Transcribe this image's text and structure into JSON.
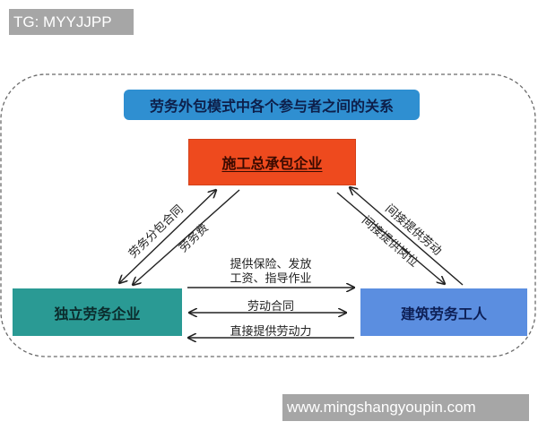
{
  "watermarks": {
    "top_left": "TG: MYYJJPP",
    "bottom_right": "www.mingshangyoupin.com"
  },
  "diagram": {
    "title": "劳务外包模式中各个参与者之间的关系",
    "nodes": {
      "contractor": {
        "label": "施工总承包企业",
        "color": "#ee4a1e"
      },
      "labor_company": {
        "label": "独立劳务企业",
        "color": "#2a9a94"
      },
      "workers": {
        "label": "建筑劳务工人",
        "color": "#5b8ee0"
      }
    },
    "edges": {
      "labor_subcontract": {
        "label": "劳务分包合同",
        "from": "labor_company",
        "to": "contractor",
        "direction": "both"
      },
      "labor_fee": {
        "label": "劳务费",
        "from": "contractor",
        "to": "labor_company",
        "direction": "forward"
      },
      "indirect_labor": {
        "label": "间接提供劳动",
        "from": "workers",
        "to": "contractor",
        "direction": "forward"
      },
      "indirect_position": {
        "label": "间接提供岗位",
        "from": "contractor",
        "to": "workers",
        "direction": "forward"
      },
      "insurance_wages": {
        "label_line1": "提供保险、发放",
        "label_line2": "工资、指导作业",
        "from": "labor_company",
        "to": "workers",
        "direction": "forward"
      },
      "labor_contract": {
        "label": "劳动合同",
        "from": "labor_company",
        "to": "workers",
        "direction": "both"
      },
      "direct_labor": {
        "label": "直接提供劳动力",
        "from": "workers",
        "to": "labor_company",
        "direction": "forward"
      }
    },
    "colors": {
      "title_bg": "#2f8fd1",
      "border_dash": "#666666",
      "arrow": "#222222"
    }
  }
}
